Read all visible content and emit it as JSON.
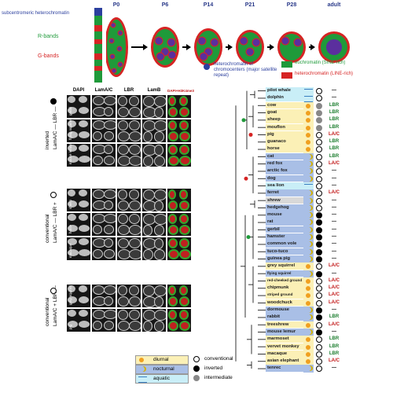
{
  "top": {
    "stages": [
      "P0",
      "P6",
      "P14",
      "P21",
      "P28",
      "adult"
    ],
    "chromosome_labels": {
      "subcentromeric": "subcentromeric heterochromatin",
      "rbands": "R-bands",
      "gbands": "G-bands"
    },
    "legend": {
      "chromocenters": "heterochromatin of chromocenters (major satellite repeat)",
      "euchromatin": "euchromatin (SINE-rich)",
      "heterochromatin": "heterochromatin (LINE-rich)"
    }
  },
  "micro": {
    "columns": [
      "DAPI",
      "LamA/C",
      "LBR",
      "LamB",
      "DAPI+H3K4me3"
    ],
    "groups": [
      {
        "type": "inverted",
        "label": "LamA/C — LBR —",
        "rows": [
          "gerbil",
          "flying squirrel",
          "mouse lemur"
        ]
      },
      {
        "type": "conventional",
        "label": "LamA/C — LBR +",
        "rows": [
          "sheep",
          "horse",
          "macaque"
        ]
      },
      {
        "type": "conventional",
        "label": "LamA/C + LBR —",
        "rows": [
          "grey squirrel",
          "pig"
        ]
      }
    ]
  },
  "species": [
    {
      "name": "pilot whale",
      "color": "#c9eef7",
      "act": "aquatic",
      "nuc": "conv",
      "lam": "—"
    },
    {
      "name": "dolphin",
      "color": "#c9eef7",
      "act": "aquatic",
      "nuc": "conv",
      "lam": "—"
    },
    {
      "name": "cow",
      "color": "#fbf0b6",
      "act": "diurnal",
      "nuc": "int",
      "lam": "LBR"
    },
    {
      "name": "goat",
      "color": "#fbf0b6",
      "act": "diurnal",
      "nuc": "int",
      "lam": "LBR"
    },
    {
      "name": "sheep",
      "color": "#fbf0b6",
      "act": "diurnal",
      "nuc": "int",
      "lam": "LBR"
    },
    {
      "name": "mouflon",
      "color": "#fbf0b6",
      "act": "diurnal",
      "nuc": "int",
      "lam": "LBR"
    },
    {
      "name": "pig",
      "color": "#fbf0b6",
      "act": "diurnal",
      "nuc": "conv",
      "lam": "LA/C"
    },
    {
      "name": "guanaco",
      "color": "#fbf0b6",
      "act": "diurnal",
      "nuc": "conv",
      "lam": "LBR"
    },
    {
      "name": "horse",
      "color": "#fbf0b6",
      "act": "diurnal",
      "nuc": "conv",
      "lam": "LBR"
    },
    {
      "name": "cat",
      "color": "#a9bfe6",
      "act": "nocturnal",
      "nuc": "conv",
      "lam": "LBR"
    },
    {
      "name": "red fox",
      "color": "#a9bfe6",
      "act": "nocturnal",
      "nuc": "conv",
      "lam": "LA/C"
    },
    {
      "name": "arctic fox",
      "color": "#a9bfe6",
      "act": "nocturnal",
      "nuc": "conv",
      "lam": "—"
    },
    {
      "name": "dog",
      "color": "#a9bfe6",
      "act": "nocturnal",
      "nuc": "conv",
      "lam": "—"
    },
    {
      "name": "sea lion",
      "color": "#c9eef7",
      "act": "aquatic",
      "nuc": "conv",
      "lam": "—"
    },
    {
      "name": "ferret",
      "color": "#a9bfe6",
      "act": "nocturnal",
      "nuc": "conv",
      "lam": "LA/C"
    },
    {
      "name": "shrew",
      "color": "#d8d8d8",
      "act": "nocturnal",
      "nuc": "conv",
      "lam": "—"
    },
    {
      "name": "hedgehog",
      "color": "#a9bfe6",
      "act": "nocturnal",
      "nuc": "conv",
      "lam": "—"
    },
    {
      "name": "mouse",
      "color": "#a9bfe6",
      "act": "nocturnal",
      "nuc": "inv",
      "lam": "—"
    },
    {
      "name": "rat",
      "color": "#a9bfe6",
      "act": "nocturnal",
      "nuc": "inv",
      "lam": "—"
    },
    {
      "name": "gerbil",
      "color": "#a9bfe6",
      "act": "nocturnal",
      "nuc": "inv",
      "lam": "—"
    },
    {
      "name": "hamster",
      "color": "#a9bfe6",
      "act": "nocturnal",
      "nuc": "inv",
      "lam": "—"
    },
    {
      "name": "common vole",
      "color": "#a9bfe6",
      "act": "nocturnal",
      "nuc": "inv",
      "lam": "—"
    },
    {
      "name": "tuco-tuco",
      "color": "#a9bfe6",
      "act": "nocturnal",
      "nuc": "inv",
      "lam": "—"
    },
    {
      "name": "guinea pig",
      "color": "#a9bfe6",
      "act": "nocturnal",
      "nuc": "inv",
      "lam": "—"
    },
    {
      "name": "grey squirrel",
      "color": "#fbf0b6",
      "act": "diurnal",
      "nuc": "conv",
      "lam": "LA/C"
    },
    {
      "name": "flying squirrel",
      "color": "#a9bfe6",
      "act": "nocturnal",
      "nuc": "inv",
      "lam": "—"
    },
    {
      "name": "red-cheeked ground squirrel",
      "color": "#fbf0b6",
      "act": "diurnal",
      "nuc": "conv",
      "lam": "LA/C"
    },
    {
      "name": "chipmunk",
      "color": "#fbf0b6",
      "act": "diurnal",
      "nuc": "conv",
      "lam": "LA/C"
    },
    {
      "name": "striped ground squirrel",
      "color": "#fbf0b6",
      "act": "diurnal",
      "nuc": "conv",
      "lam": "LA/C"
    },
    {
      "name": "woodchuck",
      "color": "#fbf0b6",
      "act": "diurnal",
      "nuc": "conv",
      "lam": "LA/C"
    },
    {
      "name": "dormouse",
      "color": "#a9bfe6",
      "act": "nocturnal",
      "nuc": "inv",
      "lam": "—"
    },
    {
      "name": "rabbit",
      "color": "#a9bfe6",
      "act": "nocturnal",
      "nuc": "inv",
      "lam": "LBR"
    },
    {
      "name": "treeshrew",
      "color": "#fbf0b6",
      "act": "diurnal",
      "nuc": "conv",
      "lam": "LA/C"
    },
    {
      "name": "mouse lemur",
      "color": "#a9bfe6",
      "act": "nocturnal",
      "nuc": "inv",
      "lam": "—"
    },
    {
      "name": "marmoset",
      "color": "#fbf0b6",
      "act": "diurnal",
      "nuc": "conv",
      "lam": "LBR"
    },
    {
      "name": "vervet monkey",
      "color": "#fbf0b6",
      "act": "diurnal",
      "nuc": "conv",
      "lam": "LBR"
    },
    {
      "name": "macaque",
      "color": "#fbf0b6",
      "act": "diurnal",
      "nuc": "conv",
      "lam": "LBR"
    },
    {
      "name": "asian elephant",
      "color": "#fbf0b6",
      "act": "diurnal",
      "nuc": "conv",
      "lam": "LA/C"
    },
    {
      "name": "tenrec",
      "color": "#a9bfe6",
      "act": "nocturnal",
      "nuc": "conv",
      "lam": "—"
    }
  ],
  "legend": {
    "diurnal": "diurnal",
    "nocturnal": "nocturnal",
    "aquatic": "aquatic",
    "conventional": "conventional",
    "inverted": "inverted",
    "intermediate": "intermediate"
  },
  "colors": {
    "green": "#1f9a3a",
    "red": "#d62424",
    "blue": "#2b3f9e",
    "diurnal_bg": "#fbf0b6",
    "nocturnal_bg": "#a9bfe6",
    "aquatic_bg": "#c9eef7"
  }
}
